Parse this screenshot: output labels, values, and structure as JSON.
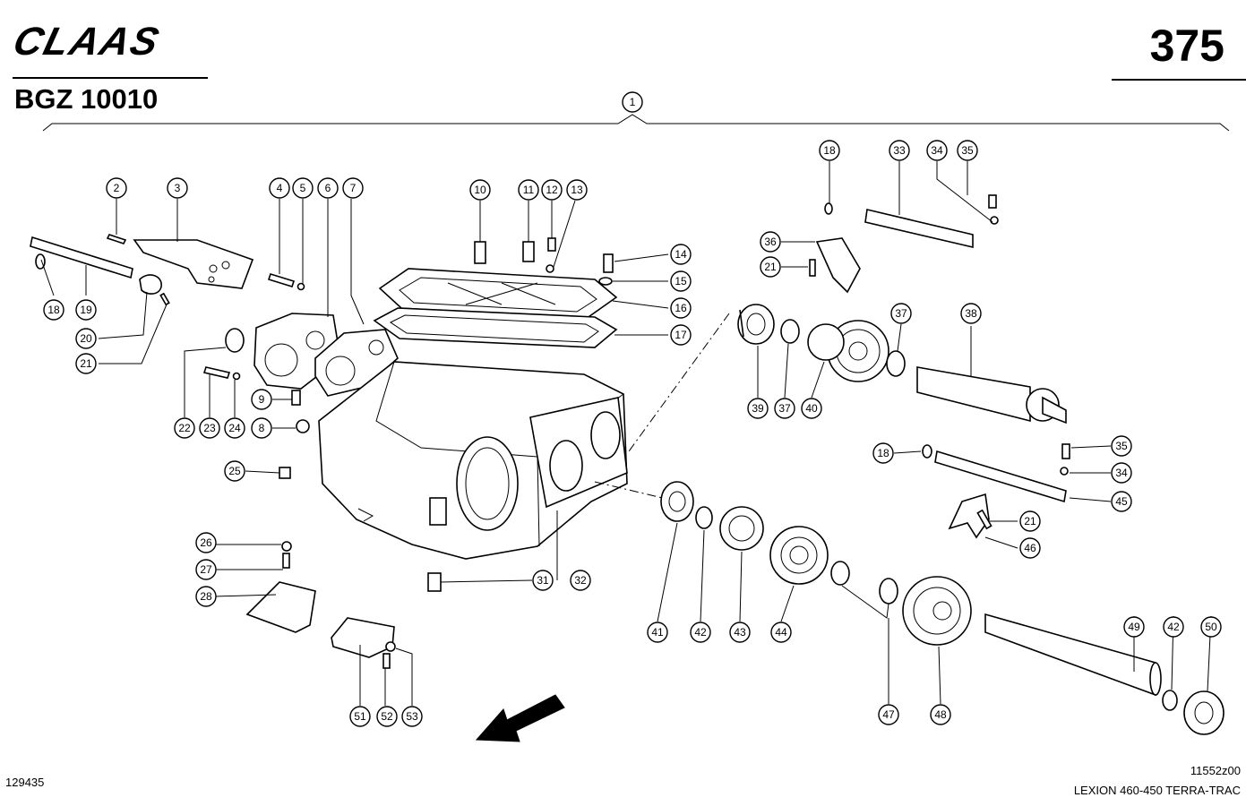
{
  "header": {
    "brand": "CLAAS",
    "page_number": "375",
    "assembly_code": "BGZ 10010"
  },
  "footer": {
    "drawing_id": "129435",
    "figure_ref": "11552z00",
    "model": "LEXION 460-450 TERRA-TRAC"
  },
  "callouts": [
    "1",
    "2",
    "3",
    "4",
    "5",
    "6",
    "7",
    "8",
    "9",
    "10",
    "11",
    "12",
    "13",
    "14",
    "15",
    "16",
    "17",
    "18",
    "19",
    "20",
    "21",
    "22",
    "23",
    "24",
    "25",
    "26",
    "27",
    "28",
    "31",
    "32",
    "33",
    "34",
    "35",
    "36",
    "37",
    "38",
    "39",
    "40",
    "41",
    "42",
    "43",
    "44",
    "45",
    "46",
    "47",
    "48",
    "49",
    "50",
    "51",
    "52",
    "53"
  ]
}
